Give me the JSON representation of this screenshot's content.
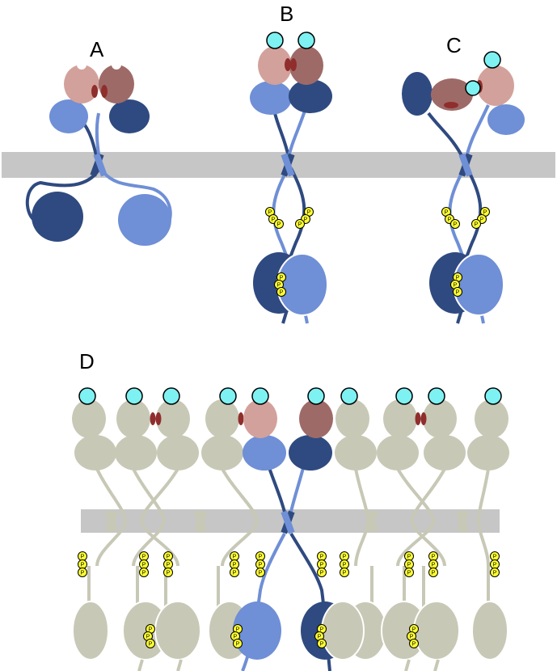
{
  "panels": {
    "a": {
      "label": "A"
    },
    "b": {
      "label": "B"
    },
    "c": {
      "label": "C"
    },
    "d": {
      "label": "D"
    }
  },
  "phospho_label": "P",
  "colors": {
    "membrane": "#c6c6c6",
    "dark_blue": "#2f4a80",
    "light_blue": "#6f8fd6",
    "pink_light": "#d3a19b",
    "pink_dark": "#9e6a67",
    "binding_pocket": "#8f2e2c",
    "ligand": "#7ef1f2",
    "phospho": "#ffff33",
    "lattice_gray": "#c8c8b6"
  }
}
